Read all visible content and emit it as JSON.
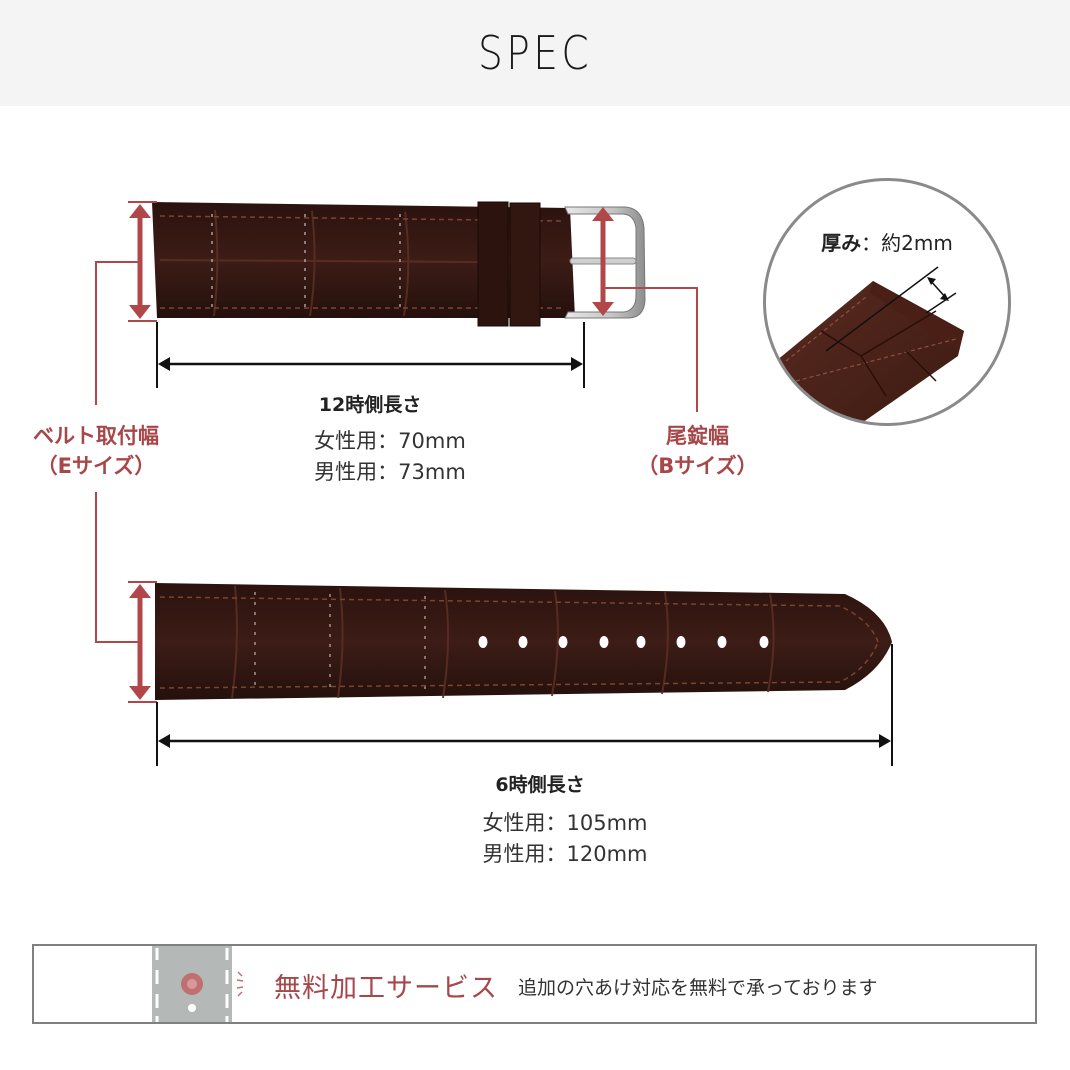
{
  "header": {
    "title": "SPEC"
  },
  "belt_width": {
    "label_line1": "ベルト取付幅",
    "label_line2": "（Eサイズ）"
  },
  "buckle_width": {
    "label_line1": "尾錠幅",
    "label_line2": "（Bサイズ）"
  },
  "top_strap_length": {
    "title": "12時側長さ",
    "women": "女性用：70mm",
    "men": "男性用：73mm"
  },
  "bottom_strap_length": {
    "title": "6時側長さ",
    "women": "女性用：105mm",
    "men": "男性用：120mm"
  },
  "thickness": {
    "label": "厚み",
    "value": "：約2mm"
  },
  "service": {
    "title": "無料加工サービス",
    "description": "追加の穴あけ対応を無料で承っております",
    "icon": "strap-hole-punch-icon"
  },
  "colors": {
    "accent_red": "#a8474a",
    "leather_brown": "#3a1a14",
    "header_bg": "#f4f4f4",
    "dimension_line": "#111111",
    "service_icon_gray": "#b4b9b8"
  }
}
